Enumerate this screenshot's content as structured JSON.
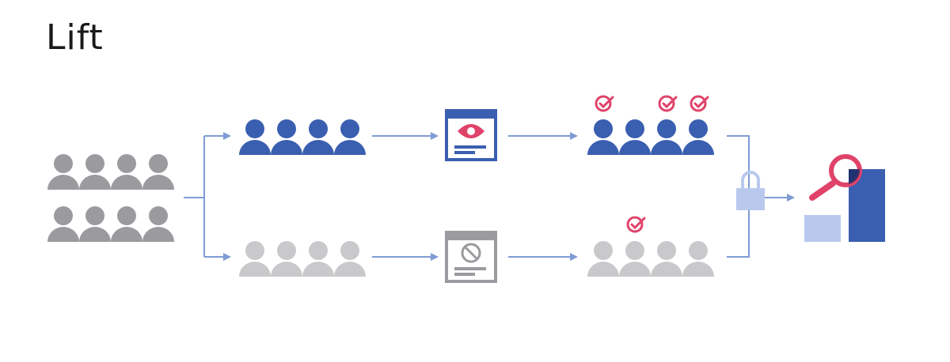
{
  "title": "Lift",
  "colors": {
    "source": "#9b9b9f",
    "test": "#3a5fb0",
    "control": "#c9c9cc",
    "flow_line": "#7f9bd4",
    "check": "#e0436a",
    "ad_frame_test": "#3a5fb0",
    "ad_frame_control": "#9b9b9f",
    "lock": "#b9c9ee",
    "bar_low": "#b9c9ee",
    "bar_high": "#3a5fb0",
    "magnifier": "#e0436a"
  },
  "diagram": {
    "source_group": {
      "people": 8
    },
    "test_group": {
      "people": 4,
      "ad": "eye-icon",
      "converted": [
        1,
        3,
        4
      ]
    },
    "control_group": {
      "people": 4,
      "ad": "blocked-icon",
      "converted": [
        2
      ]
    },
    "comparison": {
      "lock": "lock-icon",
      "chart": "bar-chart-icon",
      "lens": "magnifier-icon"
    }
  }
}
